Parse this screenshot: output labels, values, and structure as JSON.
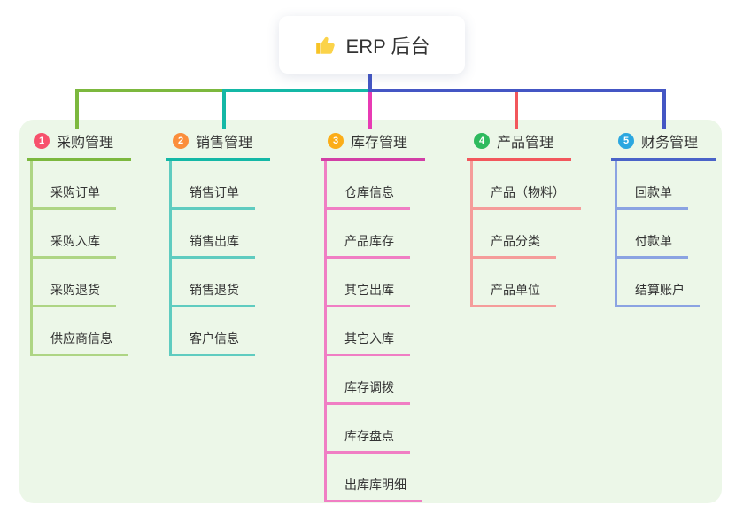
{
  "root": {
    "icon": "thumbs-up-icon",
    "title": "ERP 后台"
  },
  "panel_color": "#ecf7e8",
  "trunk_color": "#4456c4",
  "branches": [
    {
      "badge": "1",
      "title": "采购管理",
      "badge_color": "#f7516c",
      "line_color": "#7cb83e",
      "child_line_color": "#aed584",
      "drop_color": "#7cb83e",
      "children": [
        "采购订单",
        "采购入库",
        "采购退货",
        "供应商信息"
      ]
    },
    {
      "badge": "2",
      "title": "销售管理",
      "badge_color": "#fb8e3c",
      "line_color": "#14b8a6",
      "child_line_color": "#5fccc0",
      "drop_color": "#14b8a6",
      "children": [
        "销售订单",
        "销售出库",
        "销售退货",
        "客户信息"
      ]
    },
    {
      "badge": "3",
      "title": "库存管理",
      "badge_color": "#fbad18",
      "line_color": "#d23fa6",
      "child_line_color": "#f07ec4",
      "drop_color": "#e83bb4",
      "children": [
        "仓库信息",
        "产品库存",
        "其它出库",
        "其它入库",
        "库存调拨",
        "库存盘点",
        "出库库明细"
      ]
    },
    {
      "badge": "4",
      "title": "产品管理",
      "badge_color": "#2eba5e",
      "line_color": "#f2575c",
      "child_line_color": "#f59c9a",
      "drop_color": "#f2575c",
      "children": [
        "产品（物料）",
        "产品分类",
        "产品单位"
      ]
    },
    {
      "badge": "5",
      "title": "财务管理",
      "badge_color": "#2ba7e0",
      "line_color": "#4a63c8",
      "child_line_color": "#8ba3e2",
      "drop_color": "#4456c4",
      "children": [
        "回款单",
        "付款单",
        "结算账户"
      ]
    }
  ]
}
